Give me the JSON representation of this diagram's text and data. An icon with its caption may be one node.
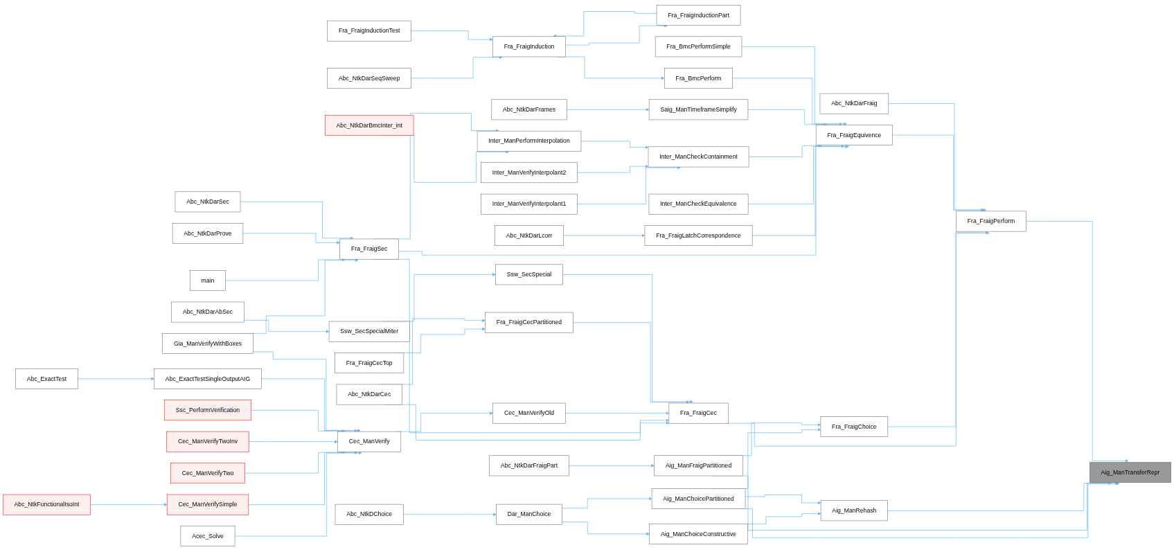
{
  "diagram": {
    "nodes": [
      {
        "text": [
          "Acec_Solve"
        ]
      },
      {
        "text": [
          "Abc_NtkFunctionalIsoInt"
        ]
      },
      {
        "text": [
          "Cec_ManVerifySimple"
        ]
      },
      {
        "text": [
          "Cec_ManVerifyTwo"
        ]
      },
      {
        "text": [
          "Cec_ManVerifyTwoInv"
        ]
      },
      {
        "text": [
          "Ssc_PerformVerification"
        ]
      },
      {
        "text": [
          "Abc_ExactTest"
        ]
      },
      {
        "text": [
          "Abc_ExactTestSingleOutputAIG"
        ]
      },
      {
        "text": [
          "Gia_ManVerifyWithBoxes"
        ]
      },
      {
        "text": [
          "Abc_NtkDarAbSec"
        ]
      },
      {
        "text": [
          "main"
        ]
      },
      {
        "text": [
          "Abc_NtkDarProve"
        ]
      },
      {
        "text": [
          "Abc_NtkDarSec"
        ]
      },
      {
        "text": [
          "Abc_NtkDarBmcInter_int"
        ]
      },
      {
        "text": [
          "Abc_NtkDarSeqSweep"
        ]
      },
      {
        "text": [
          "Fra_FraigInductionPart"
        ]
      },
      {
        "text": [
          "Fra_FraigInductionTest"
        ]
      },
      {
        "text": [
          "Abc_NtkDChoice"
        ]
      },
      {
        "text": [
          "Cec_ManVerify"
        ]
      },
      {
        "text": [
          "Fra_FraigCecTop"
        ]
      },
      {
        "text": [
          "Abc_NtkDarCec"
        ]
      },
      {
        "text": [
          "Ssw_SecSpecialMiter"
        ]
      },
      {
        "text": [
          "Fra_FraigSec"
        ]
      },
      {
        "text": [
          "Dar_ManChoice"
        ]
      },
      {
        "text": [
          "Abc_NtkDarFraigPart"
        ]
      },
      {
        "text": [
          "Cec_ManVerifyOld"
        ]
      },
      {
        "text": [
          "Fra_FraigCecPartitioned"
        ]
      },
      {
        "text": [
          "Ssw_SecSpecial"
        ]
      },
      {
        "text": [
          "Abc_NtkDarLcorr"
        ]
      },
      {
        "text": [
          "Inter_ManVerifyInterpolant1"
        ]
      },
      {
        "text": [
          "Inter_ManVerifyInterpolant2"
        ]
      },
      {
        "text": [
          "Inter_ManPerformInterpolation"
        ]
      },
      {
        "text": [
          "Abc_NtkDarFrames"
        ]
      },
      {
        "text": [
          "Fra_FraigInduction"
        ]
      },
      {
        "text": [
          "Aig_ManChoiceConstructive"
        ]
      },
      {
        "text": [
          "Aig_ManChoicePartitioned"
        ]
      },
      {
        "text": [
          "Aig_ManFraigPartitioned"
        ]
      },
      {
        "text": [
          "Fra_FraigCec"
        ]
      },
      {
        "text": [
          "Fra_FraigLatchCorrespondence"
        ]
      },
      {
        "text": [
          "Inter_ManCheckEquivalence"
        ]
      },
      {
        "text": [
          "Inter_ManCheckContainment"
        ]
      },
      {
        "text": [
          "Saig_ManTimeframeSimplify"
        ]
      },
      {
        "text": [
          "Fra_BmcPerform"
        ]
      },
      {
        "text": [
          "Fra_BmcPerformSimple"
        ]
      },
      {
        "text": [
          "Aig_ManRehash"
        ]
      },
      {
        "text": [
          "Fra_FraigChoice"
        ]
      },
      {
        "text": [
          "Fra_FraigEquivence"
        ]
      },
      {
        "text": [
          "Abc_NtkDarFraig"
        ]
      },
      {
        "text": [
          "Fra_FraigPerform"
        ]
      },
      {
        "text": [
          "Aig_ManTransferRepr"
        ]
      }
    ],
    "edges": [
      {
        "from": 0,
        "to": 18,
        "arrow": "to"
      },
      {
        "from": 1,
        "to": 2,
        "arrow": "to"
      },
      {
        "from": 2,
        "to": 18,
        "arrow": "to"
      },
      {
        "from": 3,
        "to": 18,
        "arrow": "to"
      },
      {
        "from": 4,
        "to": 18,
        "arrow": "to"
      },
      {
        "from": 5,
        "to": 18,
        "arrow": "to"
      },
      {
        "from": 6,
        "to": 7,
        "arrow": "to"
      },
      {
        "from": 7,
        "to": 18,
        "arrow": "to"
      },
      {
        "from": 8,
        "to": 18,
        "arrow": "to"
      },
      {
        "from": 8,
        "to": 22,
        "arrow": "to"
      },
      {
        "from": 9,
        "to": 21,
        "arrow": "to"
      },
      {
        "from": 10,
        "to": 22,
        "arrow": "to"
      },
      {
        "from": 11,
        "to": 22,
        "arrow": "to"
      },
      {
        "from": 12,
        "to": 22,
        "arrow": "to"
      },
      {
        "from": 13,
        "to": 31,
        "arrow": "to"
      },
      {
        "from": 14,
        "to": 33,
        "arrow": "to"
      },
      {
        "from": 15,
        "to": 33,
        "arrow": "to"
      },
      {
        "from": 33,
        "to": 15,
        "arrow": "to"
      },
      {
        "from": 16,
        "to": 33,
        "arrow": "to"
      },
      {
        "from": 17,
        "to": 23,
        "arrow": "to"
      },
      {
        "from": 18,
        "to": 25,
        "arrow": "to"
      },
      {
        "from": 19,
        "to": 26,
        "arrow": "to"
      },
      {
        "from": 20,
        "to": 26,
        "arrow": "to"
      },
      {
        "from": 20,
        "to": 37,
        "arrow": "to"
      },
      {
        "from": 21,
        "to": 27,
        "arrow": "to"
      },
      {
        "from": 22,
        "to": 37,
        "arrow": "to"
      },
      {
        "from": 22,
        "to": 46,
        "arrow": "to"
      },
      {
        "from": 22,
        "to": 31,
        "arrow": "to"
      },
      {
        "from": 23,
        "to": 34,
        "arrow": "to"
      },
      {
        "from": 23,
        "to": 35,
        "arrow": "to"
      },
      {
        "from": 24,
        "to": 36,
        "arrow": "to"
      },
      {
        "from": 25,
        "to": 37,
        "arrow": "to"
      },
      {
        "from": 26,
        "to": 37,
        "arrow": "to"
      },
      {
        "from": 27,
        "to": 37,
        "arrow": "to"
      },
      {
        "from": 28,
        "to": 38,
        "arrow": "to"
      },
      {
        "from": 29,
        "to": 40,
        "arrow": "to"
      },
      {
        "from": 30,
        "to": 40,
        "arrow": "to"
      },
      {
        "from": 31,
        "to": 40,
        "arrow": "to"
      },
      {
        "from": 32,
        "to": 41,
        "arrow": "to"
      },
      {
        "from": 33,
        "to": 42,
        "arrow": "to"
      },
      {
        "from": 34,
        "to": 44,
        "arrow": "to"
      },
      {
        "from": 35,
        "to": 44,
        "arrow": "to"
      },
      {
        "from": 35,
        "to": 49,
        "arrow": "to"
      },
      {
        "from": 35,
        "to": 45,
        "arrow": "to"
      },
      {
        "from": 36,
        "to": 45,
        "arrow": "to"
      },
      {
        "from": 36,
        "to": 49,
        "arrow": "to"
      },
      {
        "from": 37,
        "to": 48,
        "arrow": "to"
      },
      {
        "from": 38,
        "to": 46,
        "arrow": "to"
      },
      {
        "from": 39,
        "to": 46,
        "arrow": "to"
      },
      {
        "from": 40,
        "to": 46,
        "arrow": "to"
      },
      {
        "from": 41,
        "to": 46,
        "arrow": "to"
      },
      {
        "from": 42,
        "to": 46,
        "arrow": "to"
      },
      {
        "from": 43,
        "to": 46,
        "arrow": "to"
      },
      {
        "from": 44,
        "to": 49,
        "arrow": "to"
      },
      {
        "from": 45,
        "to": 48,
        "arrow": "to"
      },
      {
        "from": 46,
        "to": 48,
        "arrow": "to"
      },
      {
        "from": 47,
        "to": 48,
        "arrow": "to"
      },
      {
        "from": 48,
        "to": 49,
        "arrow": "to"
      }
    ]
  }
}
